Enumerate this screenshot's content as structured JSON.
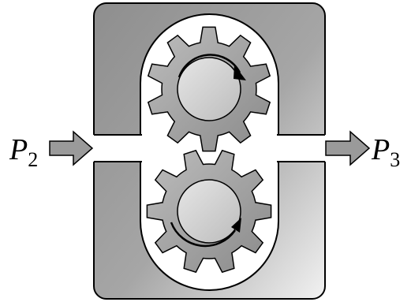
{
  "labels": {
    "inlet_symbol": "P",
    "inlet_subscript": "2",
    "outlet_symbol": "P",
    "outlet_subscript": "3"
  },
  "colors": {
    "housing_fill": "#9a9a9a",
    "housing_light": "#e8e8e8",
    "cavity_fill": "#ffffff",
    "gear_fill": "#a8a8a8",
    "hub_fill": "#d2d2d2",
    "arrow_fill": "#9a9a9a",
    "outline": "#000000"
  },
  "icons": {
    "inlet": "flow-arrow-right-icon",
    "outlet": "flow-arrow-right-icon",
    "top_gear_rotation": "clockwise-arrow-icon",
    "bottom_gear_rotation": "counterclockwise-arrow-icon"
  }
}
